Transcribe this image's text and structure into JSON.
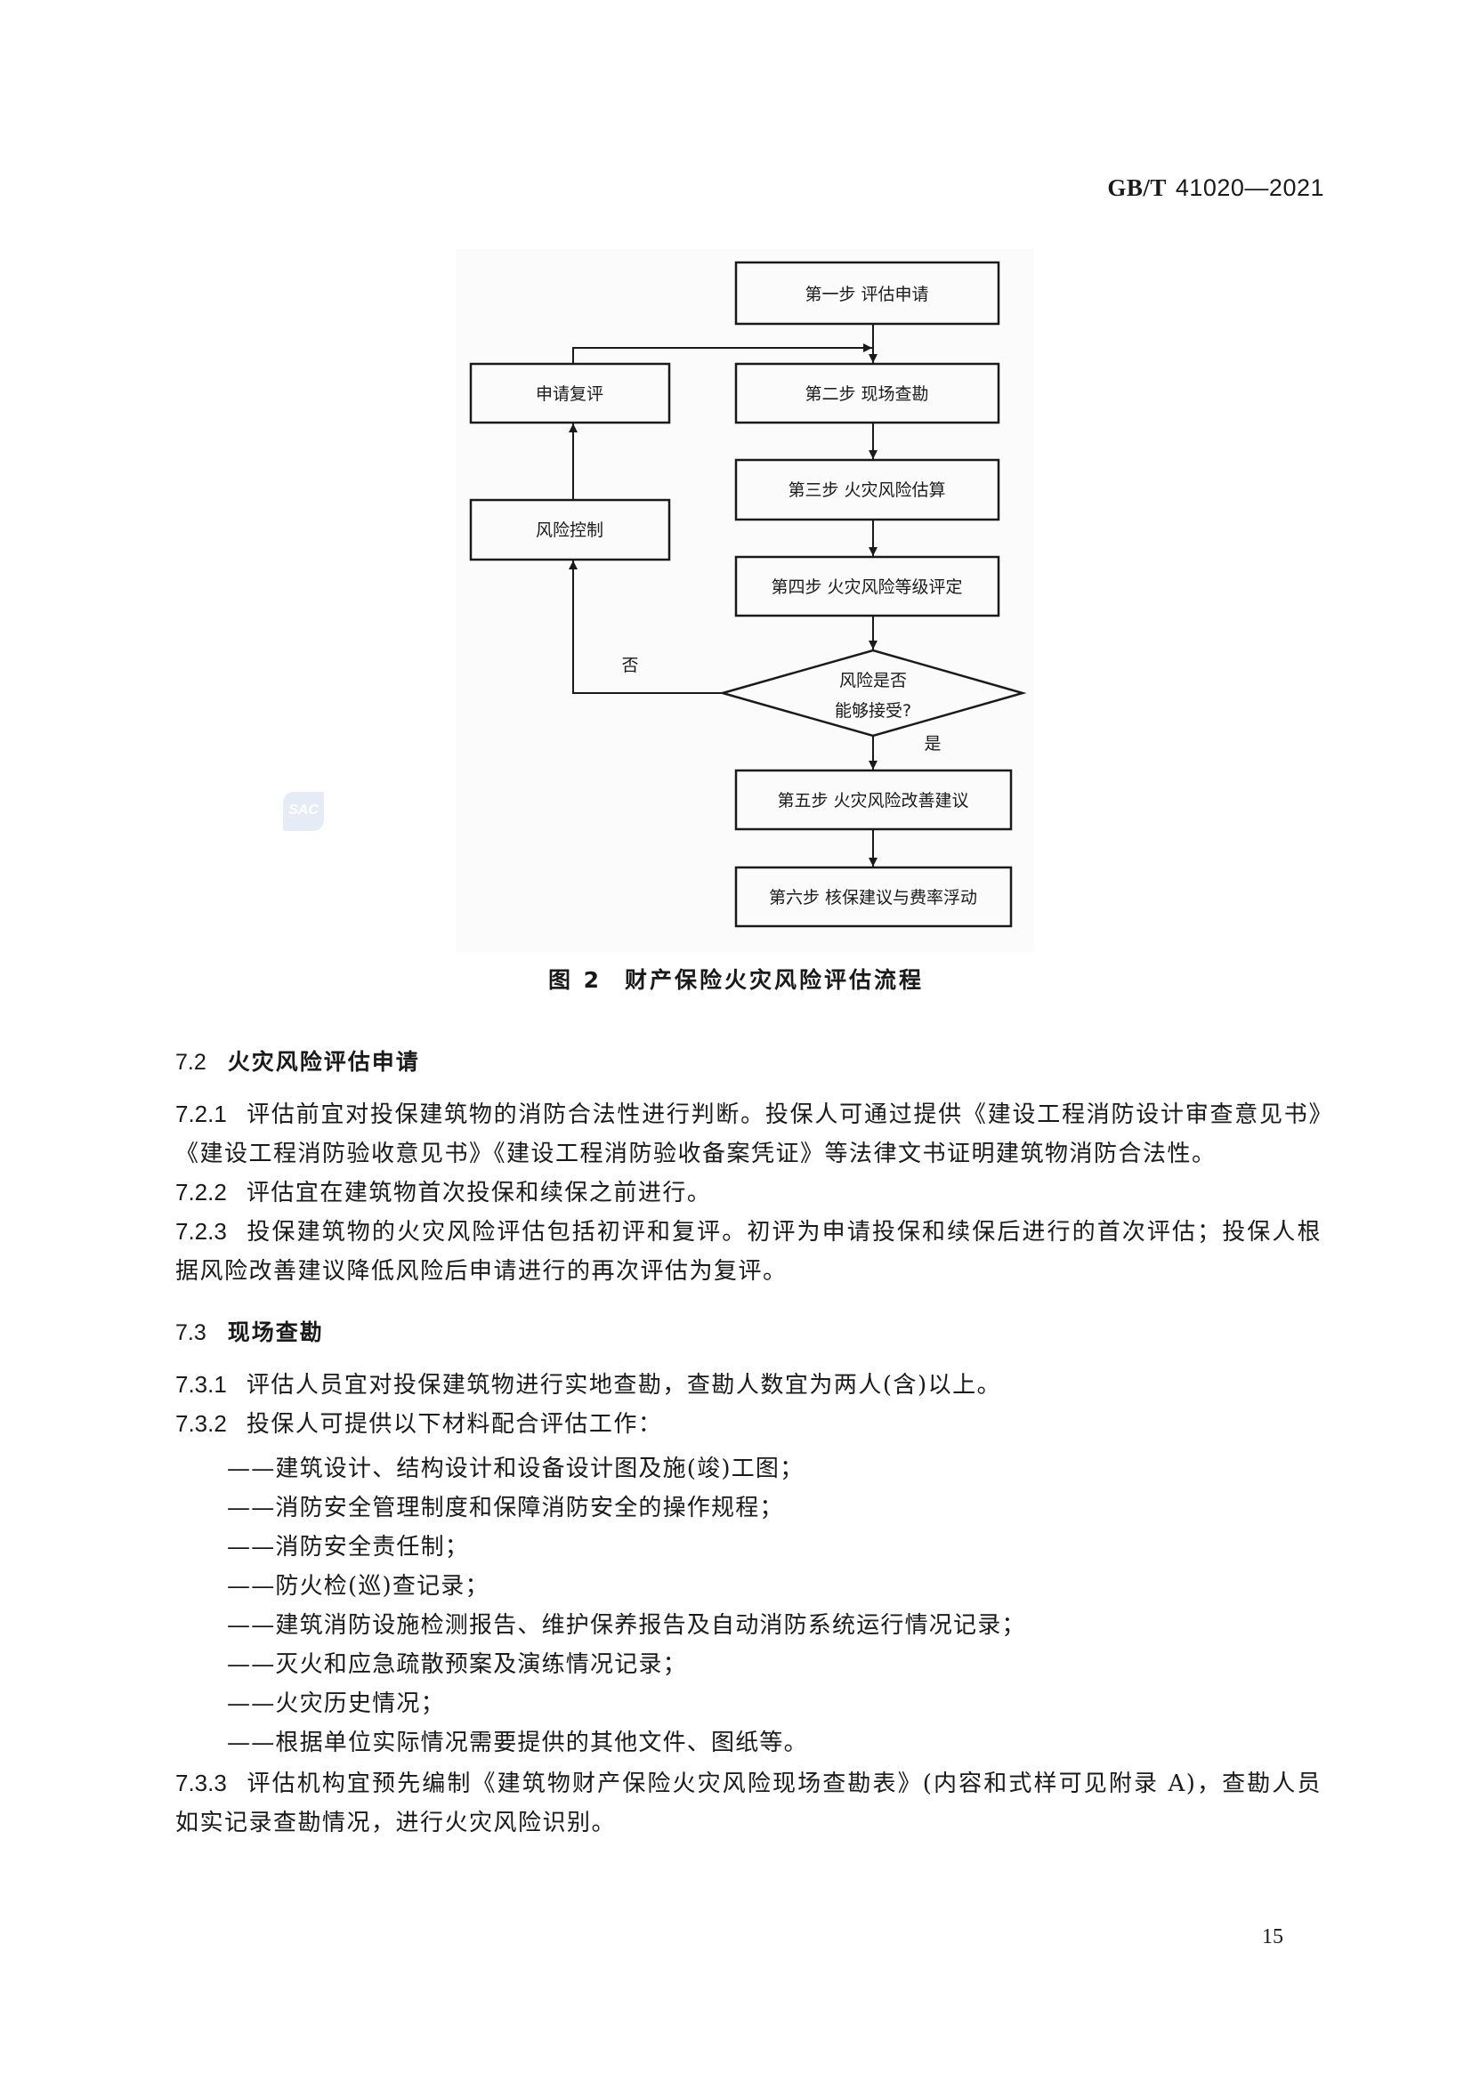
{
  "header": {
    "standard_prefix": "GB/T",
    "standard_number": "41020—2021"
  },
  "figure": {
    "caption_number": "图 2",
    "caption_title": "财产保险火灾风险评估流程",
    "steps": [
      "第一步  评估申请",
      "第二步  现场查勘",
      "第三步  火灾风险估算",
      "第四步  火灾风险等级评定",
      "第五步  火灾风险改善建议",
      "第六步  核保建议与费率浮动"
    ],
    "decision_line1": "风险是否",
    "decision_line2": "能够接受?",
    "yes_label": "是",
    "no_label": "否",
    "side_boxes": [
      "申请复评",
      "风险控制"
    ],
    "watermark_logo": "SAC"
  },
  "sections": {
    "s72": {
      "number": "7.2",
      "title": "火灾风险评估申请"
    },
    "s73": {
      "number": "7.3",
      "title": "现场查勘"
    }
  },
  "clauses": {
    "c721": {
      "number": "7.2.1",
      "text": "评估前宜对投保建筑物的消防合法性进行判断。投保人可通过提供《建设工程消防设计审查意见书》《建设工程消防验收意见书》《建设工程消防验收备案凭证》等法律文书证明建筑物消防合法性。"
    },
    "c722": {
      "number": "7.2.2",
      "text": "评估宜在建筑物首次投保和续保之前进行。"
    },
    "c723": {
      "number": "7.2.3",
      "text": "投保建筑物的火灾风险评估包括初评和复评。初评为申请投保和续保后进行的首次评估；投保人根据风险改善建议降低风险后申请进行的再次评估为复评。"
    },
    "c731": {
      "number": "7.3.1",
      "text": "评估人员宜对投保建筑物进行实地查勘，查勘人数宜为两人(含)以上。"
    },
    "c732": {
      "number": "7.3.2",
      "text": "投保人可提供以下材料配合评估工作："
    },
    "c733": {
      "number": "7.3.3",
      "text": "评估机构宜预先编制《建筑物财产保险火灾风险现场查勘表》(内容和式样可见附录 A)，查勘人员如实记录查勘情况，进行火灾风险识别。"
    }
  },
  "materials_list": [
    "——建筑设计、结构设计和设备设计图及施(竣)工图；",
    "——消防安全管理制度和保障消防安全的操作规程；",
    "——消防安全责任制；",
    "——防火检(巡)查记录；",
    "——建筑消防设施检测报告、维护保养报告及自动消防系统运行情况记录；",
    "——灭火和应急疏散预案及演练情况记录；",
    "——火灾历史情况；",
    "——根据单位实际情况需要提供的其他文件、图纸等。"
  ],
  "page_number": "15"
}
